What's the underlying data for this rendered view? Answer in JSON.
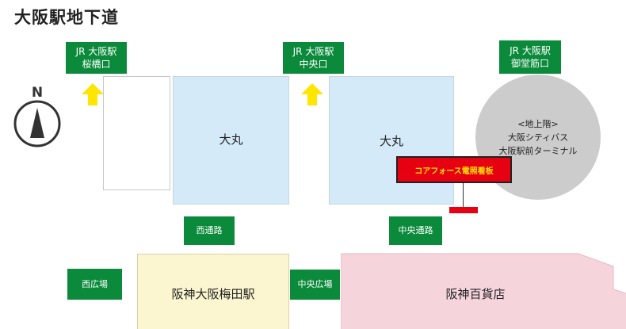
{
  "title": "大阪駅地下道",
  "compass": {
    "label": "N",
    "icon": "north-compass-icon"
  },
  "exits": [
    {
      "line1": "JR 大阪駅",
      "line2": "桜橋口"
    },
    {
      "line1": "JR 大阪駅",
      "line2": "中央口"
    },
    {
      "line1": "JR 大阪駅",
      "line2": "御堂筋口"
    }
  ],
  "buildings": {
    "daimaru_left": "大丸",
    "daimaru_right": "大丸",
    "hanshin_umeda": "阪神大阪梅田駅",
    "hanshin_dept": "阪神百貨店"
  },
  "passages": {
    "west_passage": "西通路",
    "central_passage": "中央通路",
    "west_plaza": "西広場",
    "central_plaza": "中央広場"
  },
  "bus_terminal": {
    "line1": "<地上階>",
    "line2": "大阪シティバス",
    "line3": "大阪駅前ターミナル"
  },
  "ad_sign": "コアフォース電照看板",
  "colors": {
    "green": "#0a8a3a",
    "arrow": "#ffe600",
    "daimaru": "#d5eaf8",
    "hanshin_station": "#fbf6cf",
    "hanshin_dept": "#f5d4dc",
    "bus_circle": "#cccccc",
    "ad_red": "#e60012"
  }
}
